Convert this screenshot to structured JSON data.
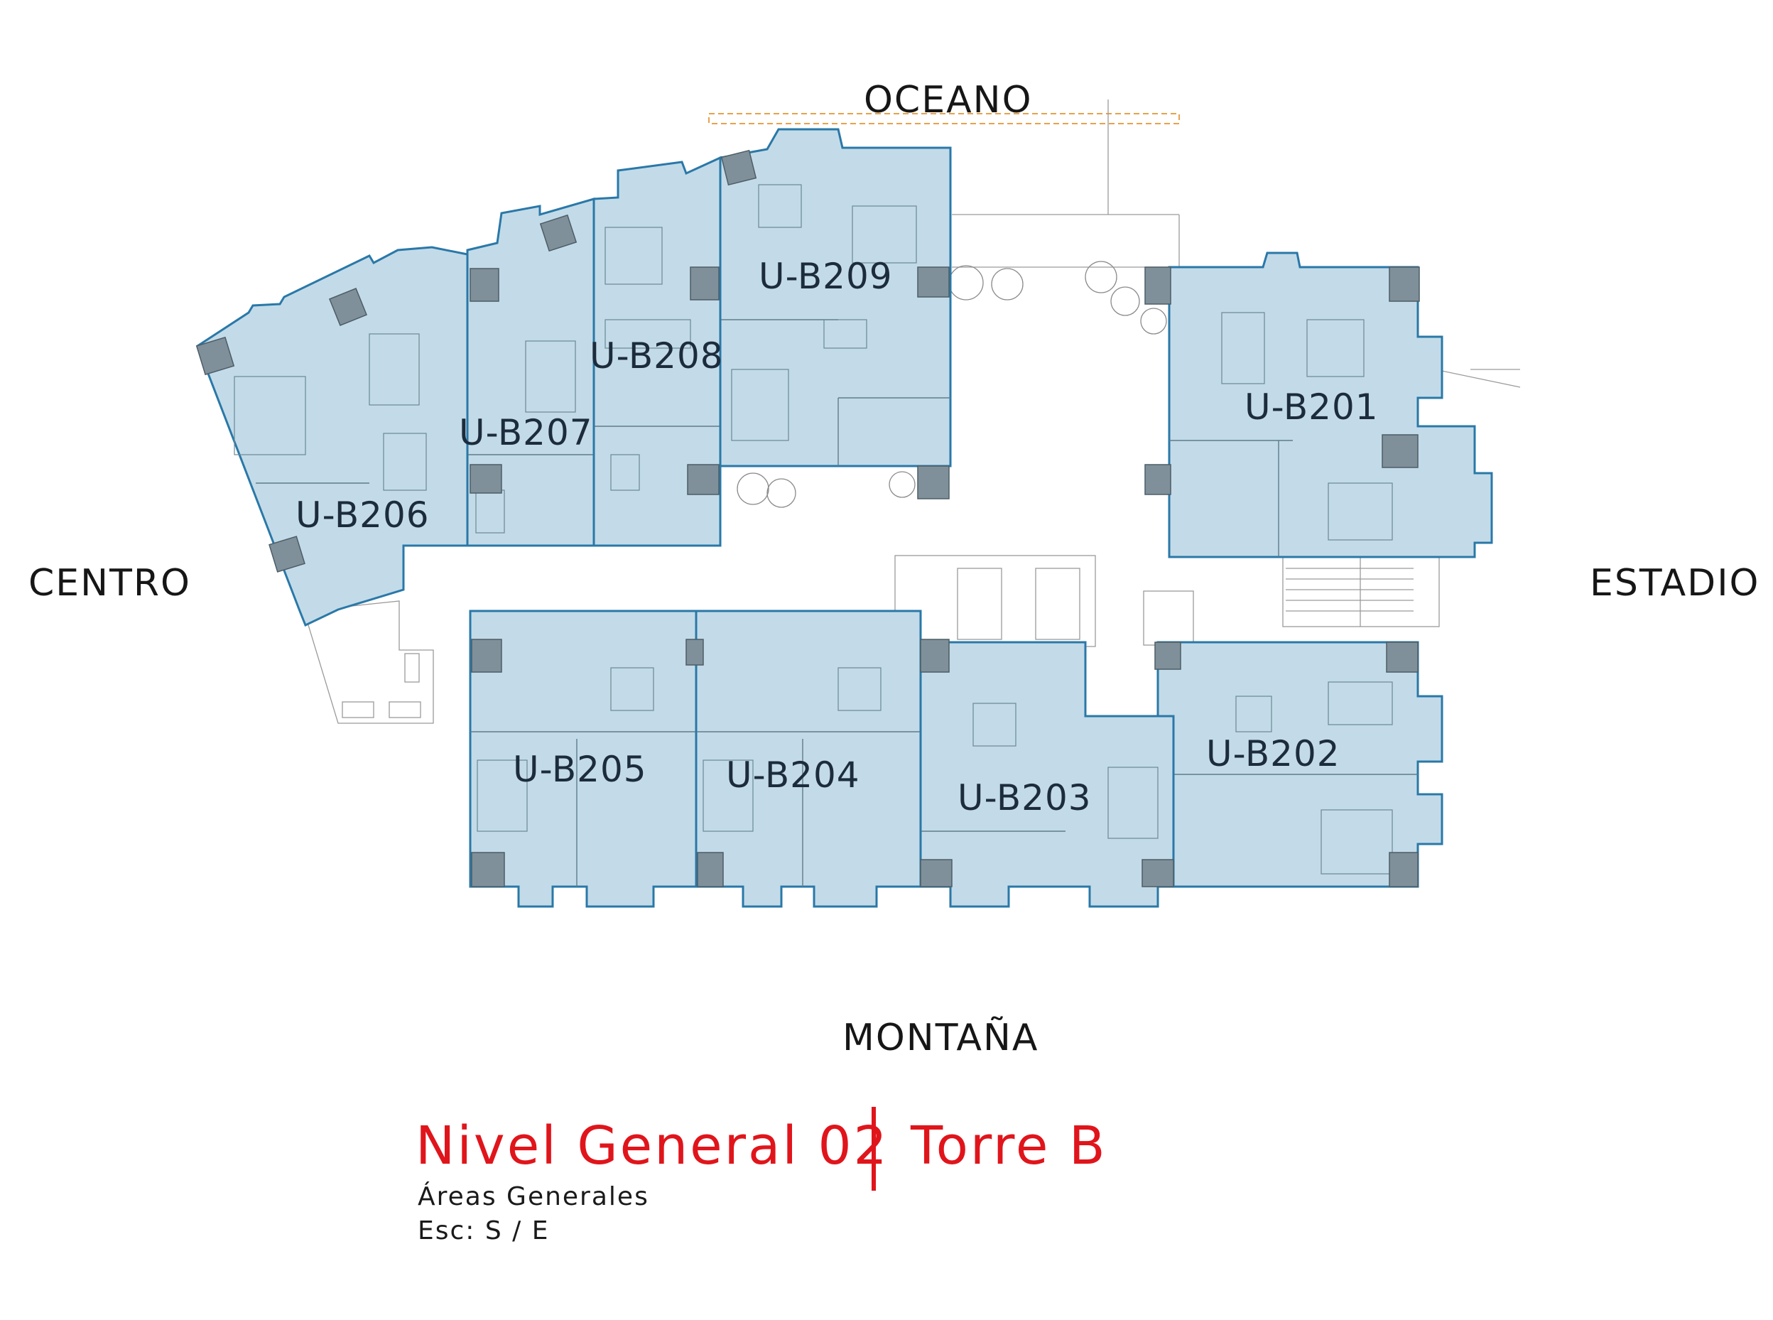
{
  "directions": {
    "north": "OCEANO",
    "south": "MONTAÑA",
    "west": "CENTRO",
    "east": "ESTADIO"
  },
  "units": [
    {
      "id": "U-B201"
    },
    {
      "id": "U-B202"
    },
    {
      "id": "U-B203"
    },
    {
      "id": "U-B204"
    },
    {
      "id": "U-B205"
    },
    {
      "id": "U-B206"
    },
    {
      "id": "U-B207"
    },
    {
      "id": "U-B208"
    },
    {
      "id": "U-B209"
    }
  ],
  "title": {
    "level": "Nivel General 02",
    "tower": "Torre B",
    "subtitle": "Áreas Generales",
    "scale": "Esc:  S / E"
  },
  "colors": {
    "unit_fill": "#c3dbe8",
    "unit_outline": "#2a78a8",
    "title_red": "#e0151b"
  }
}
